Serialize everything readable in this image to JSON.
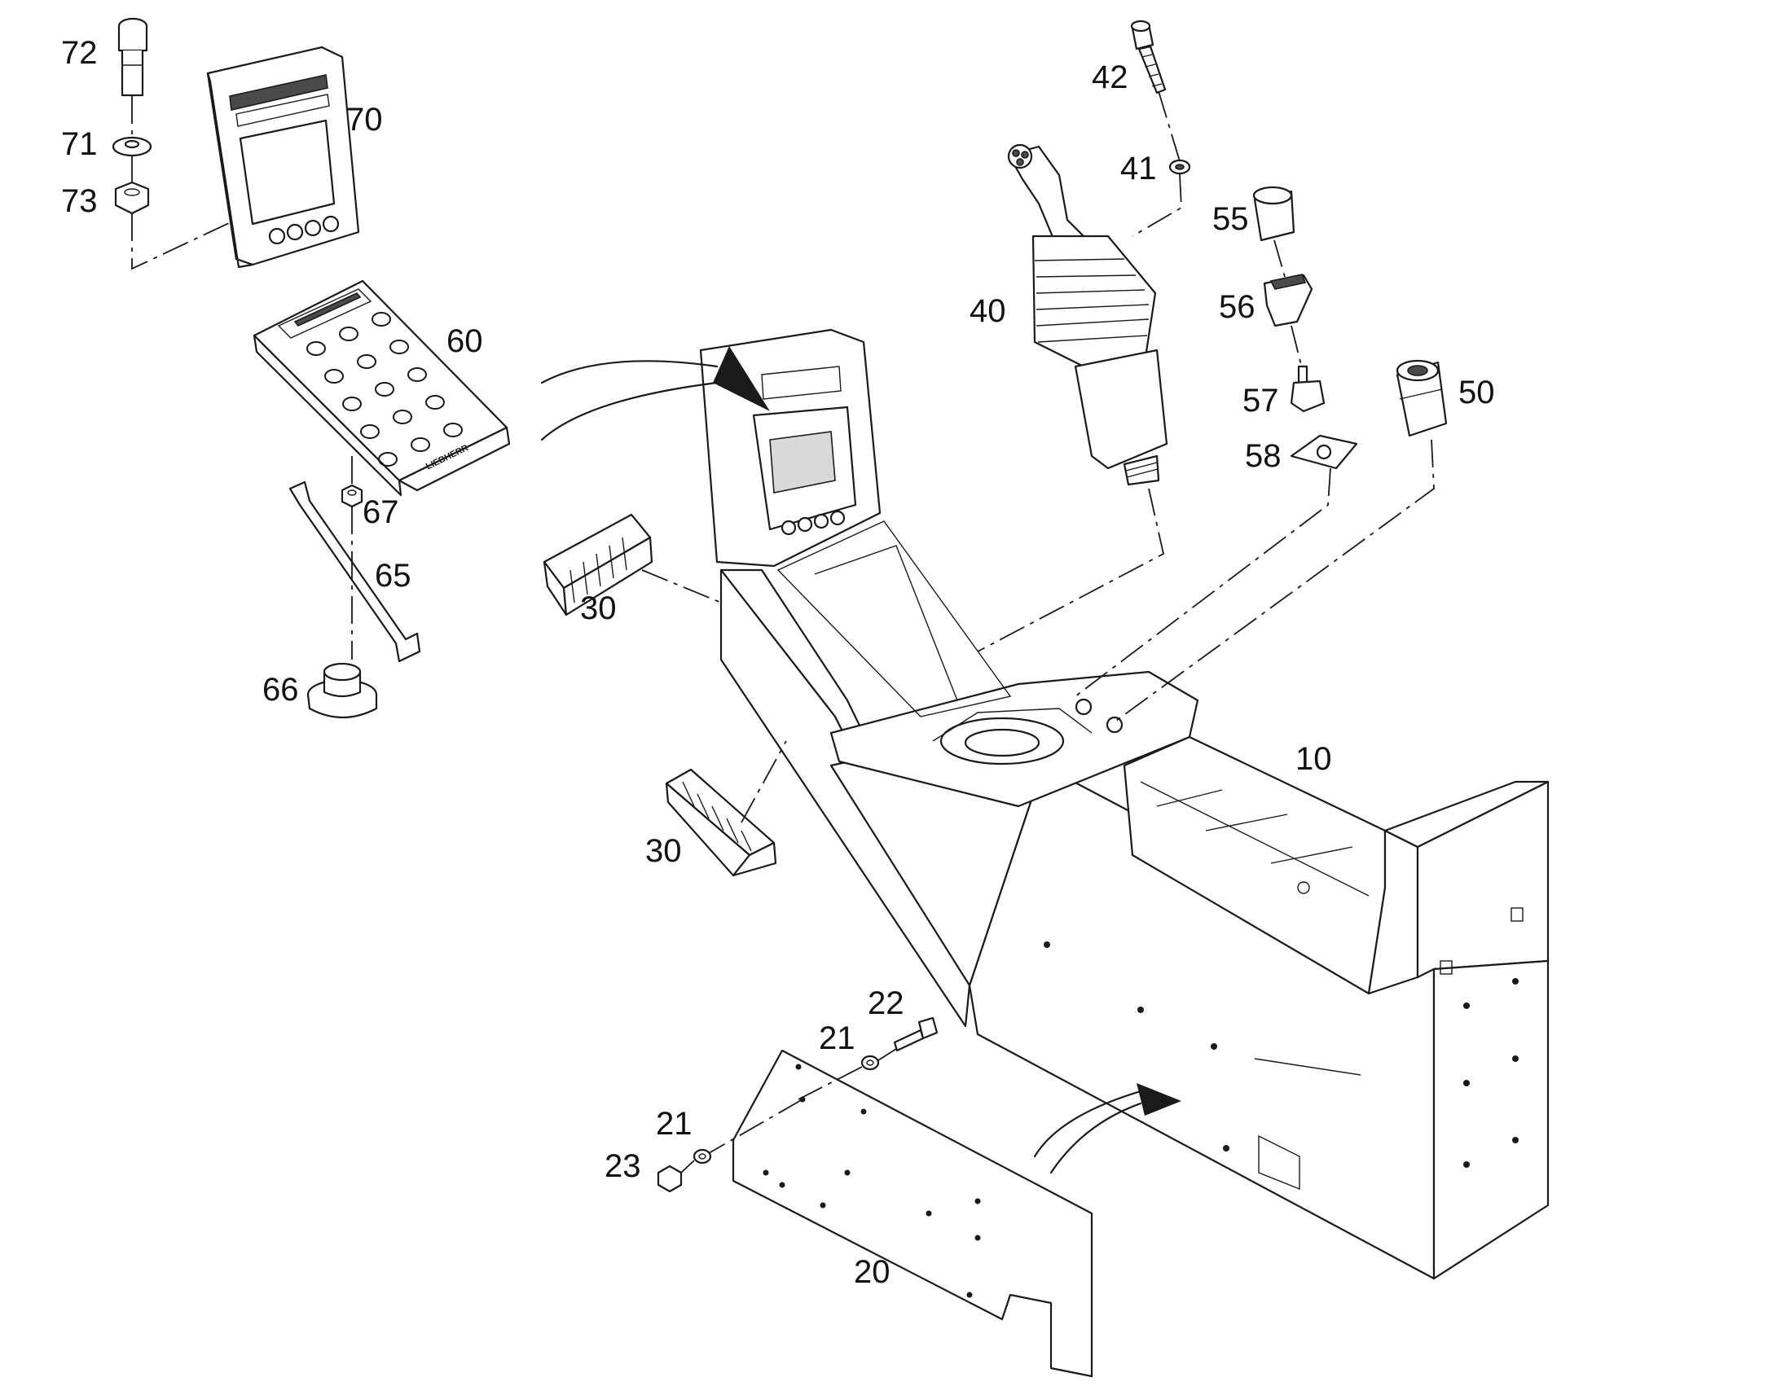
{
  "diagram": {
    "callouts": {
      "c10": "10",
      "c20": "20",
      "c21a": "21",
      "c21b": "21",
      "c22": "22",
      "c23": "23",
      "c30a": "30",
      "c30b": "30",
      "c40": "40",
      "c41": "41",
      "c42": "42",
      "c50": "50",
      "c55": "55",
      "c56": "56",
      "c57": "57",
      "c58": "58",
      "c60": "60",
      "c65": "65",
      "c66": "66",
      "c67": "67",
      "c70": "70",
      "c71": "71",
      "c72": "72",
      "c73": "73"
    },
    "brand_text": "LIEBHERR",
    "colors": {
      "line": "#1a1a1a",
      "background": "#ffffff"
    }
  }
}
